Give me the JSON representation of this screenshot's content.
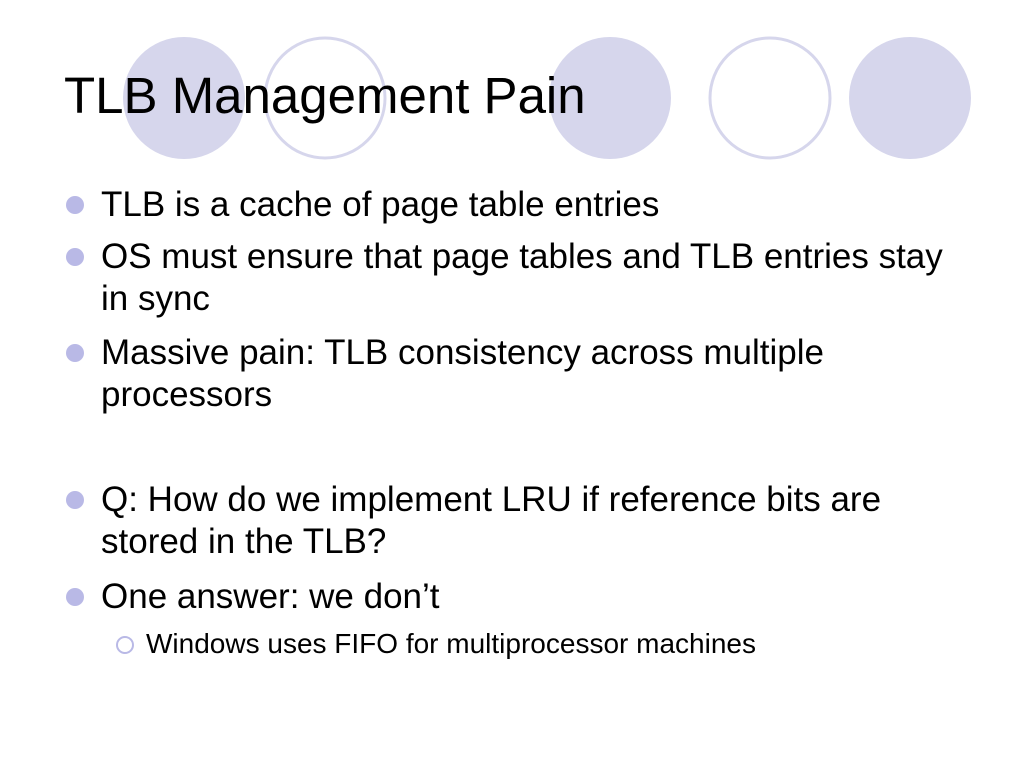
{
  "slide": {
    "title": "TLB Management Pain",
    "bullets": [
      "TLB is a cache of page table entries",
      "OS must ensure that page tables and TLB entries stay in sync",
      "Massive pain: TLB consistency across multiple processors",
      "Q: How do we implement LRU if reference bits are stored in the TLB?",
      "One answer: we don’t"
    ],
    "sub_bullets": [
      "Windows uses FIFO for multiprocessor machines"
    ]
  },
  "colors": {
    "accent_fill": "#d6d6ec",
    "accent_stroke": "#d6d6ec",
    "bullet": "#b9b9e6",
    "text": "#000000",
    "background": "#ffffff"
  },
  "icons": {
    "bullet": "filled-circle-icon",
    "sub_bullet": "hollow-circle-icon",
    "decoration": "circle-icon"
  }
}
